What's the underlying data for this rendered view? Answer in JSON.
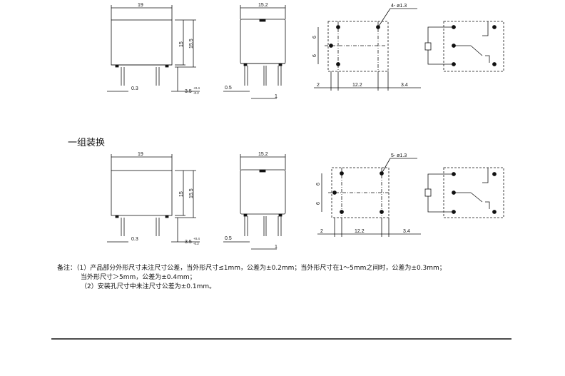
{
  "section_title": "一组装换",
  "dims": {
    "width_19": "19",
    "width_15_2": "15.2",
    "height_15": "15",
    "height_15_5": "15.5",
    "pin_0_3": "0.3",
    "pin_0_5": "0.5",
    "pin_1": "1",
    "pin_3_5": "3.5",
    "tol_plus": "+0.4",
    "tol_minus": "-0.2",
    "hole_6": "6",
    "edge_2": "2",
    "spacing_12_2": "12.2",
    "edge_3_4": "3.4"
  },
  "top_group": {
    "holes_label": "4- ø1.3"
  },
  "bottom_group": {
    "holes_label": "5- ø1.3"
  },
  "notes": {
    "line1": "备注：（1）产品部分外形尺寸未注尺寸公差，当外形尺寸≤1mm，公差为±0.2mm；当外形尺寸在1～5mm之间时，公差为±0.3mm；",
    "line2": "当外形尺寸＞5mm，公差为±0.4mm；",
    "line3": "（2）安装孔尺寸中未注尺寸公差为±0.1mm。"
  }
}
